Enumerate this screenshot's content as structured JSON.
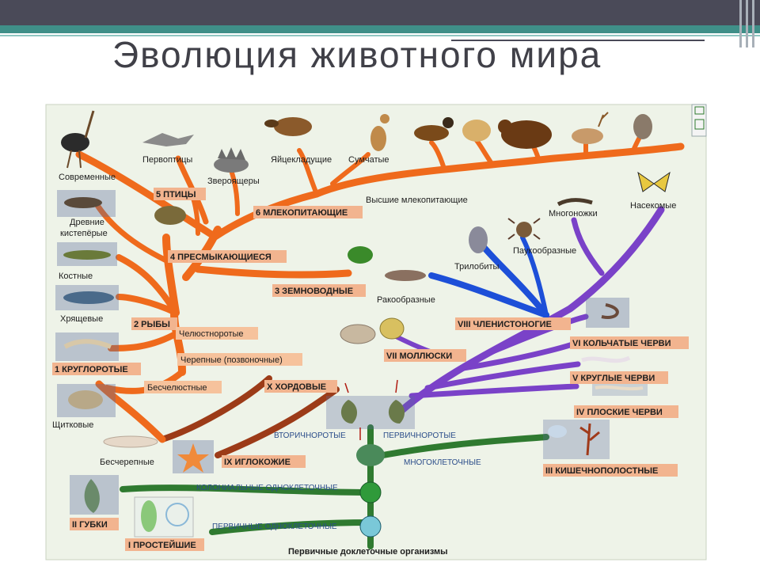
{
  "title": "Эволюция животного мира",
  "colors": {
    "panel": "#eef3e8",
    "vertebrate_branch": "#ef6a1c",
    "dark_branch": "#9c3b18",
    "arthropod_branch": "#1d4fd8",
    "invertebrate_branch": "#7a42c8",
    "protist_branch": "#2f7a30",
    "phylum_label_bg": "#f2b48f",
    "phylum_label_text": "#b0180e",
    "sub_label_bg": "#f6c29c"
  },
  "phyla": {
    "p1": "I ПРОСТЕЙШИЕ",
    "p2": "II ГУБКИ",
    "p3": "III КИШЕЧНОПОЛОСТНЫЕ",
    "p4": "IV ПЛОСКИЕ ЧЕРВИ",
    "p5": "V КРУГЛЫЕ ЧЕРВИ",
    "p6": "VI КОЛЬЧАТЫЕ ЧЕРВИ",
    "p7": "VII МОЛЛЮСКИ",
    "p8": "VIII ЧЛЕНИСТОНОГИЕ",
    "p9": "IX ИГЛОКОЖИЕ",
    "p10": "X ХОРДОВЫЕ"
  },
  "classes": {
    "c1": "1 КРУГЛОРОТЫЕ",
    "c2": "2 РЫБЫ",
    "c3": "3 ЗЕМНОВОДНЫЕ",
    "c4": "4 ПРЕСМЫКАЮЩИЕСЯ",
    "c5": "5 ПТИЦЫ",
    "c6": "6 МЛЕКОПИТАЮЩИЕ"
  },
  "subgroups": {
    "jawed": "Челюстноротые",
    "cranial": "Черепные (позвоночные)",
    "jawless": "Бесчелюстные"
  },
  "animals": {
    "modern": "Современные",
    "first_birds": "Первоптицы",
    "theriodonts": "Звероящеры",
    "monotremes": "Яйцекладущие",
    "marsupials": "Сумчатые",
    "higher_mammals": "Высшие млекопитающие",
    "ancient_lobe_finned_1": "Древние",
    "ancient_lobe_finned_2": "кистепёрые",
    "bony": "Костные",
    "cartilaginous": "Хрящевые",
    "armored": "Щитковые",
    "acrania": "Бесчерепные",
    "myriapods": "Многоножки",
    "insects": "Насекомые",
    "arachnids": "Паукообразные",
    "trilobites": "Трилобиты",
    "crustaceans": "Ракообразные"
  },
  "branches": {
    "deuterostomes": "ВТОРИЧНОРОТЫЕ",
    "protostomes": "ПЕРВИЧНОРОТЫЕ",
    "multicellular": "МНОГОКЛЕТОЧНЫЕ",
    "colonial": "КОЛОНИАЛЬНЫЕ ОДНОКЛЕТОЧНЫЕ",
    "primary_unicellular": "ПЕРВИЧНЫЕ ОДНОКЛЕТОЧНЫЕ"
  },
  "root": "Первичные доклеточные организмы"
}
